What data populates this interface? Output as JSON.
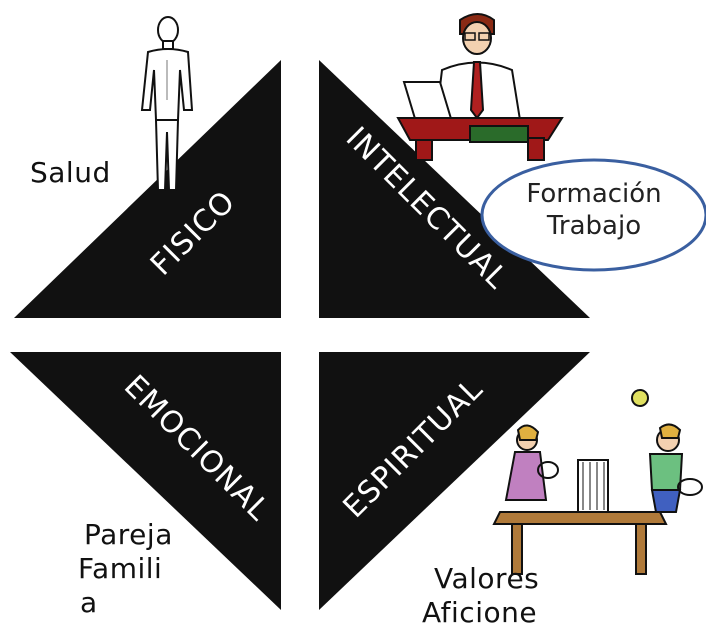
{
  "colors": {
    "triangle": "#111111",
    "label": "#ffffff",
    "oval_stroke": "#3a5fa0",
    "text": "#111111"
  },
  "quadrants": {
    "top_left": {
      "label": "FISICO",
      "icon": "human-body-icon"
    },
    "top_right": {
      "label": "INTELECTUAL",
      "icon": "office-worker-at-desk-icon"
    },
    "bottom_left": {
      "label": "EMOCIONAL"
    },
    "bottom_right": {
      "label": "ESPIRITUAL",
      "icon": "tennis-players-icon"
    }
  },
  "notes": {
    "fisico": "Salud",
    "intelectual_line1": "Formación",
    "intelectual_line2": "Trabajo",
    "emocional_line1": "Pareja",
    "emocional_line2": "Famili",
    "emocional_line3": "a",
    "espiritual_line1": "Valores",
    "espiritual_line2": "Aficione"
  }
}
